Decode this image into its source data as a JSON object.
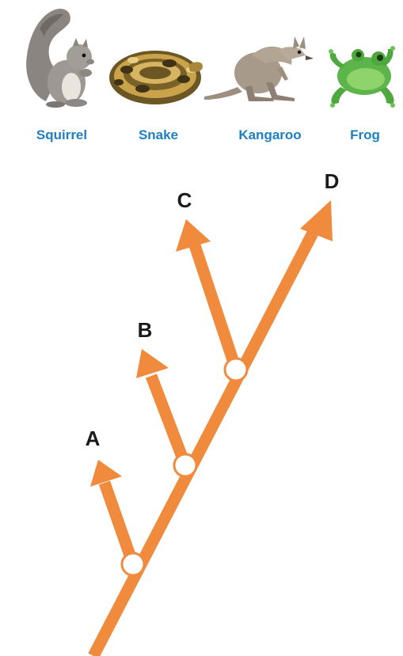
{
  "animals": [
    {
      "name": "Squirrel",
      "icon": "squirrel-icon"
    },
    {
      "name": "Snake",
      "icon": "snake-icon"
    },
    {
      "name": "Kangaroo",
      "icon": "kangaroo-icon"
    },
    {
      "name": "Frog",
      "icon": "frog-icon"
    }
  ],
  "tree": {
    "tips": [
      "A",
      "B",
      "C",
      "D"
    ],
    "branch_color": "#f08a3c",
    "node_fill": "#ffffff",
    "label_color": "#1a1a1a",
    "animal_label_color": "#1f7fc4"
  }
}
